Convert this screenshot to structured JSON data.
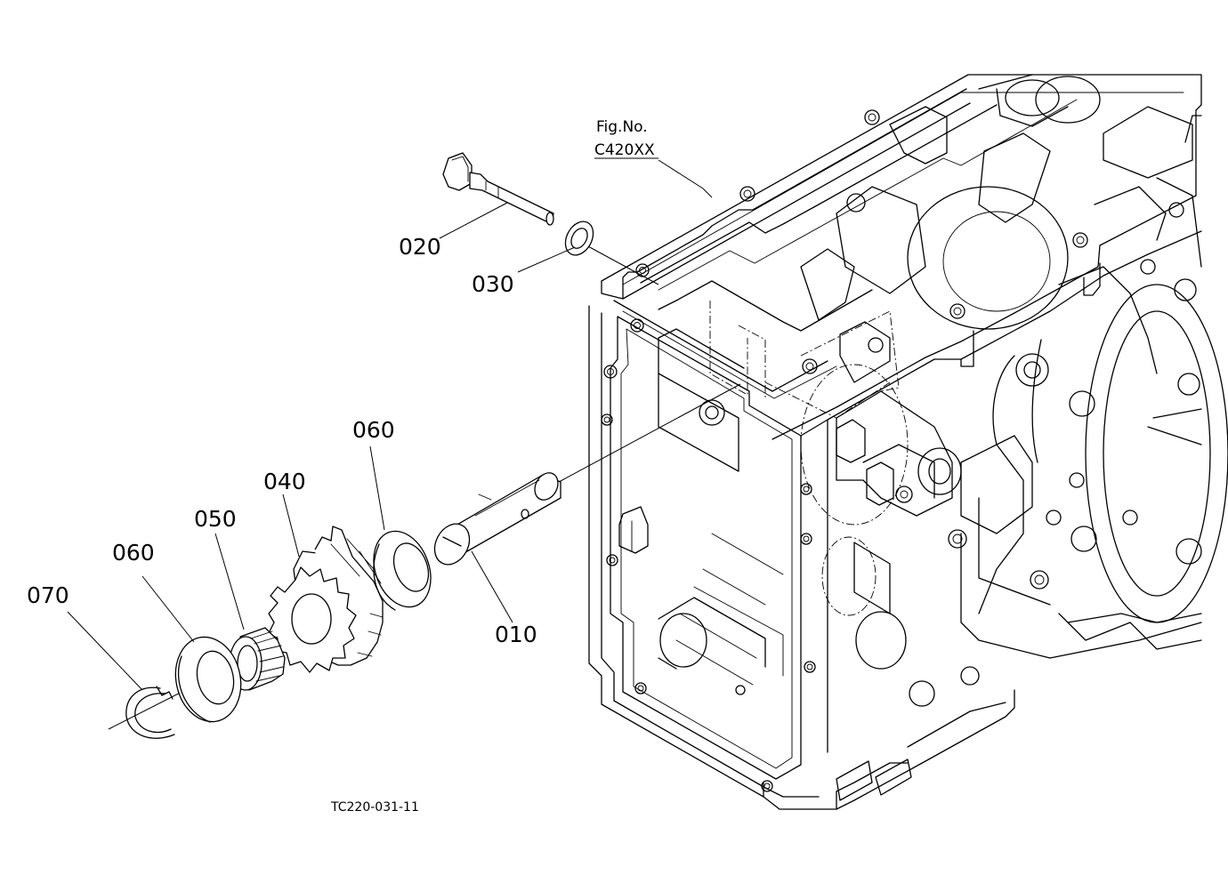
{
  "figure": {
    "fig_no_label": "Fig.No.",
    "fig_no_value": "C420XX",
    "drawing_code": "TC220-031-11"
  },
  "parts": [
    {
      "id": "010"
    },
    {
      "id": "020"
    },
    {
      "id": "030"
    },
    {
      "id": "040"
    },
    {
      "id": "050"
    },
    {
      "id": "060a",
      "label": "060"
    },
    {
      "id": "060b",
      "label": "060"
    },
    {
      "id": "070"
    }
  ],
  "callouts": {
    "p010": "010",
    "p020": "020",
    "p030": "030",
    "p040": "040",
    "p050": "050",
    "p060_upper": "060",
    "p060_lower": "060",
    "p070": "070"
  }
}
